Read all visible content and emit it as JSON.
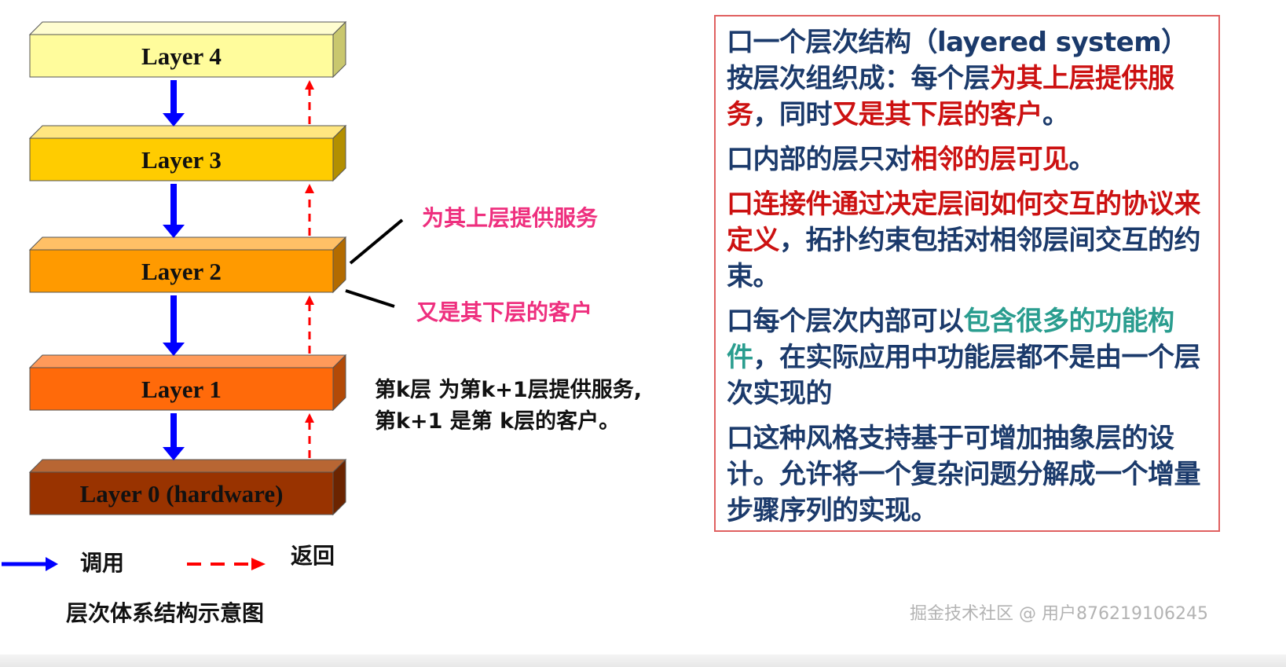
{
  "layers": [
    {
      "label": "Layer 4",
      "front": "#fffc9c",
      "top": "#fffdd0",
      "side": "#c9c76e"
    },
    {
      "label": "Layer 3",
      "front": "#ffcc00",
      "top": "#ffe680",
      "side": "#b38f00"
    },
    {
      "label": "Layer 2",
      "front": "#ff9a00",
      "top": "#ffc066",
      "side": "#b36b00"
    },
    {
      "label": "Layer 1",
      "front": "#ff6a0a",
      "top": "#ff9a5a",
      "side": "#b34a07"
    },
    {
      "label": "Layer 0 (hardware)",
      "front": "#993300",
      "top": "#b86633",
      "side": "#6b2400"
    }
  ],
  "colors": {
    "call_arrow": "#0000ff",
    "return_arrow": "#ff0000",
    "highlight_red": "#cc1111",
    "highlight_teal": "#2a9d8f",
    "body_text": "#1b3a6b",
    "pink_label": "#ee2f7e"
  },
  "annotations": {
    "provides": "为其上层提供服务",
    "client": "又是其下层的客户",
    "note_line1": "第k层 为第k+1层提供服务,",
    "note_line2": "第k+1 是第 k层的客户。"
  },
  "legend": {
    "call": "调用",
    "return": "返回"
  },
  "caption": "层次体系结构示意图",
  "textbox": {
    "p1_a": "口一个层次结构（layered system）按层次组织成：每个层",
    "p1_b": "为其上层提供服务",
    "p1_c": "，同时",
    "p1_d": "又是其下层的客户",
    "p1_e": "。",
    "p2_a": "口内部的层只对",
    "p2_b": "相邻的层可见",
    "p2_c": "。",
    "p3_a": "口连接件通过决定层间如何交互的协议来定义",
    "p3_b": "，拓扑约束包括对相邻层间交互的约束。",
    "p4_a": "口每个层次内部可以",
    "p4_b": "包含很多的功能构件",
    "p4_c": "，在实际应用中功能层都不是由一个层次实现的",
    "p5": "口这种风格支持基于可增加抽象层的设计。允许将一个复杂问题分解成一个增量步骤序列的实现。"
  },
  "watermark": "掘金技术社区 @ 用户876219106245"
}
